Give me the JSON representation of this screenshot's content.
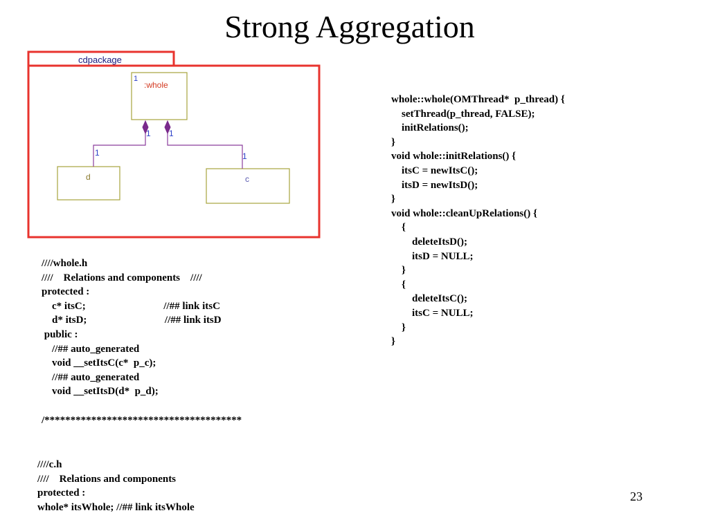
{
  "slide": {
    "title": "Strong Aggregation",
    "page_number": "23"
  },
  "diagram": {
    "package_name": "cdpackage",
    "whole_class": {
      "name": ":whole",
      "multiplicity": "1"
    },
    "part_d": {
      "name": "d",
      "mult_at_whole": "1",
      "mult_at_part": "1"
    },
    "part_c": {
      "name": "c",
      "mult_at_whole": "1",
      "mult_at_part": "1"
    },
    "colors": {
      "package_border": "#e8332e",
      "class_border": "#a7a33c",
      "link": "#8b3c9c",
      "multiplicity": "#2b3fc7",
      "whole_label": "#d33a22",
      "d_label": "#8b7a2d",
      "c_label": "#5a5ab0",
      "package_text": "#1a1a80"
    }
  },
  "code": {
    "whole_cpp": [
      "whole::whole(OMThread*  p_thread) {",
      "    setThread(p_thread, FALSE);",
      "    initRelations();",
      "}",
      "void whole::initRelations() {",
      "    itsC = newItsC();",
      "    itsD = newItsD();",
      "}",
      "void whole::cleanUpRelations() {",
      "    {",
      "        deleteItsD();",
      "        itsD = NULL;",
      "    }",
      "    {",
      "        deleteItsC();",
      "        itsC = NULL;",
      "    }",
      "}"
    ],
    "whole_h": [
      "////whole.h",
      "////    Relations and components    ////",
      "protected :",
      "    c* itsC;                              //## link itsC",
      "    d* itsD;                              //## link itsD",
      " public :",
      "    //## auto_generated",
      "    void __setItsC(c*  p_c);",
      "    //## auto_generated",
      "    void __setItsD(d*  p_d);",
      "",
      "/**************************************"
    ],
    "c_h": [
      "////c.h",
      "////    Relations and components",
      "protected :",
      "whole* itsWhole; //## link itsWhole"
    ]
  }
}
